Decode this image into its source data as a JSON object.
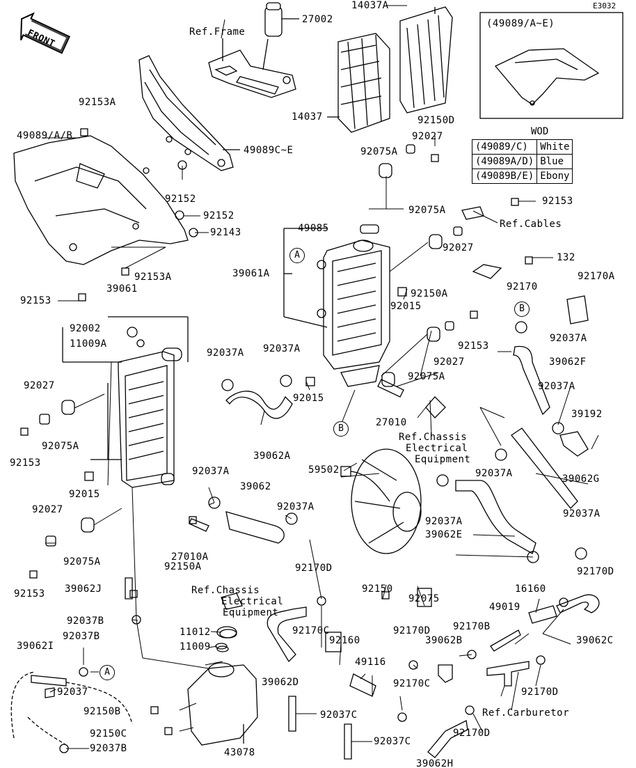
{
  "diagram": {
    "code": "E3032",
    "front_label": "FRONT",
    "inset": {
      "title": "(49089/A~E)"
    },
    "wod": {
      "title": "WOD",
      "rows": [
        {
          "part": "(49089/C)",
          "color": "White"
        },
        {
          "part": "(49089A/D)",
          "color": "Blue"
        },
        {
          "part": "(49089B/E)",
          "color": "Ebony"
        }
      ]
    },
    "callouts": [
      "A",
      "A",
      "B",
      "B"
    ],
    "refs": {
      "frame": "Ref.Frame",
      "cables": "Ref.Cables",
      "chassis_elec_1": [
        "Ref.Chassis",
        "Electrical",
        "Equipment"
      ],
      "chassis_elec_2": [
        "Ref.Chassis",
        "Electrical",
        "Equipment"
      ],
      "carburetor": "Ref.Carburetor"
    },
    "parts": [
      "27002",
      "14037A",
      "14037",
      "92150D",
      "49089C~E",
      "92153A",
      "49089/A/B",
      "92152",
      "92152",
      "92143",
      "92153A",
      "92153",
      "39061",
      "92002",
      "11009A",
      "92027",
      "92153",
      "92075A",
      "92015",
      "92027",
      "92075A",
      "92153",
      "92027",
      "92075A",
      "49085",
      "92075A",
      "92153",
      "92027",
      "132",
      "39061A",
      "92170",
      "92170A",
      "92150A",
      "92015",
      "92153",
      "92037A",
      "92027",
      "92075A",
      "39062F",
      "92037A",
      "92037A",
      "92037A",
      "92015",
      "27010",
      "39062A",
      "39192",
      "59502",
      "92037A",
      "39062G",
      "92037A",
      "39062",
      "92037A",
      "92037A",
      "39062E",
      "92037A",
      "27010A",
      "92150A",
      "39062J",
      "92170D",
      "92150",
      "92075",
      "92170D",
      "16160",
      "92037B",
      "11012",
      "92037B",
      "11009",
      "92170C",
      "92160",
      "92170D",
      "39062B",
      "92170B",
      "49019",
      "39062C",
      "39062I",
      "49116",
      "39062D",
      "92170C",
      "92170D",
      "92037",
      "92150B",
      "92037C",
      "92150C",
      "92037B",
      "43078",
      "92037C",
      "92170D",
      "39062H"
    ]
  }
}
